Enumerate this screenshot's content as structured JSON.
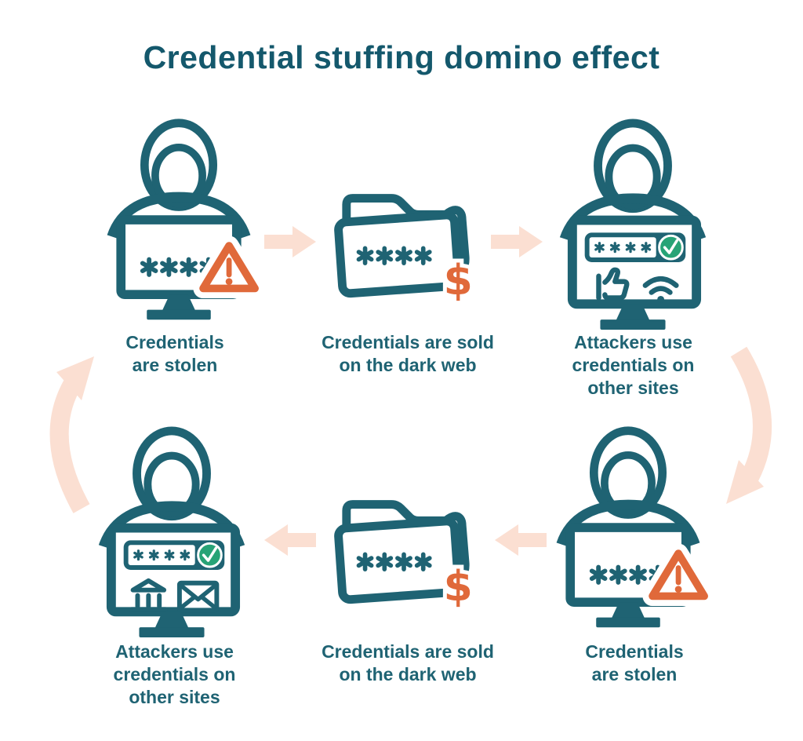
{
  "title": "Credential stuffing domino effect",
  "colors": {
    "teal": "#1f6373",
    "teal_dark": "#14586c",
    "orange": "#e0693a",
    "peach": "#fbdfd2",
    "green": "#27a376",
    "bg": "#ffffff"
  },
  "flow": {
    "direction": "clockwise-cycle",
    "connector_icons": [
      "arrow-right-icon",
      "arrow-right-icon",
      "curved-arrow-down-icon",
      "arrow-left-icon",
      "arrow-left-icon",
      "curved-arrow-up-icon"
    ]
  },
  "glyphs": {
    "password_mask": "****",
    "dollar": "$",
    "exclamation": "!"
  },
  "steps": [
    {
      "id": "top-left",
      "icon": "hacker-monitor-warning-icon",
      "label": "Credentials\nare stolen"
    },
    {
      "id": "top-middle",
      "icon": "folder-dollar-icon",
      "label": "Credentials are sold\non the dark web"
    },
    {
      "id": "top-right",
      "icon": "hacker-monitor-success-social-icon",
      "label": "Attackers use\ncredentials on\nother sites"
    },
    {
      "id": "bottom-right",
      "icon": "hacker-monitor-warning-icon",
      "label": "Credentials\nare stolen"
    },
    {
      "id": "bottom-middle",
      "icon": "folder-dollar-icon",
      "label": "Credentials are sold\non the dark web"
    },
    {
      "id": "bottom-left",
      "icon": "hacker-monitor-success-banking-icon",
      "label": "Attackers use\ncredentials on\nother sites"
    }
  ]
}
